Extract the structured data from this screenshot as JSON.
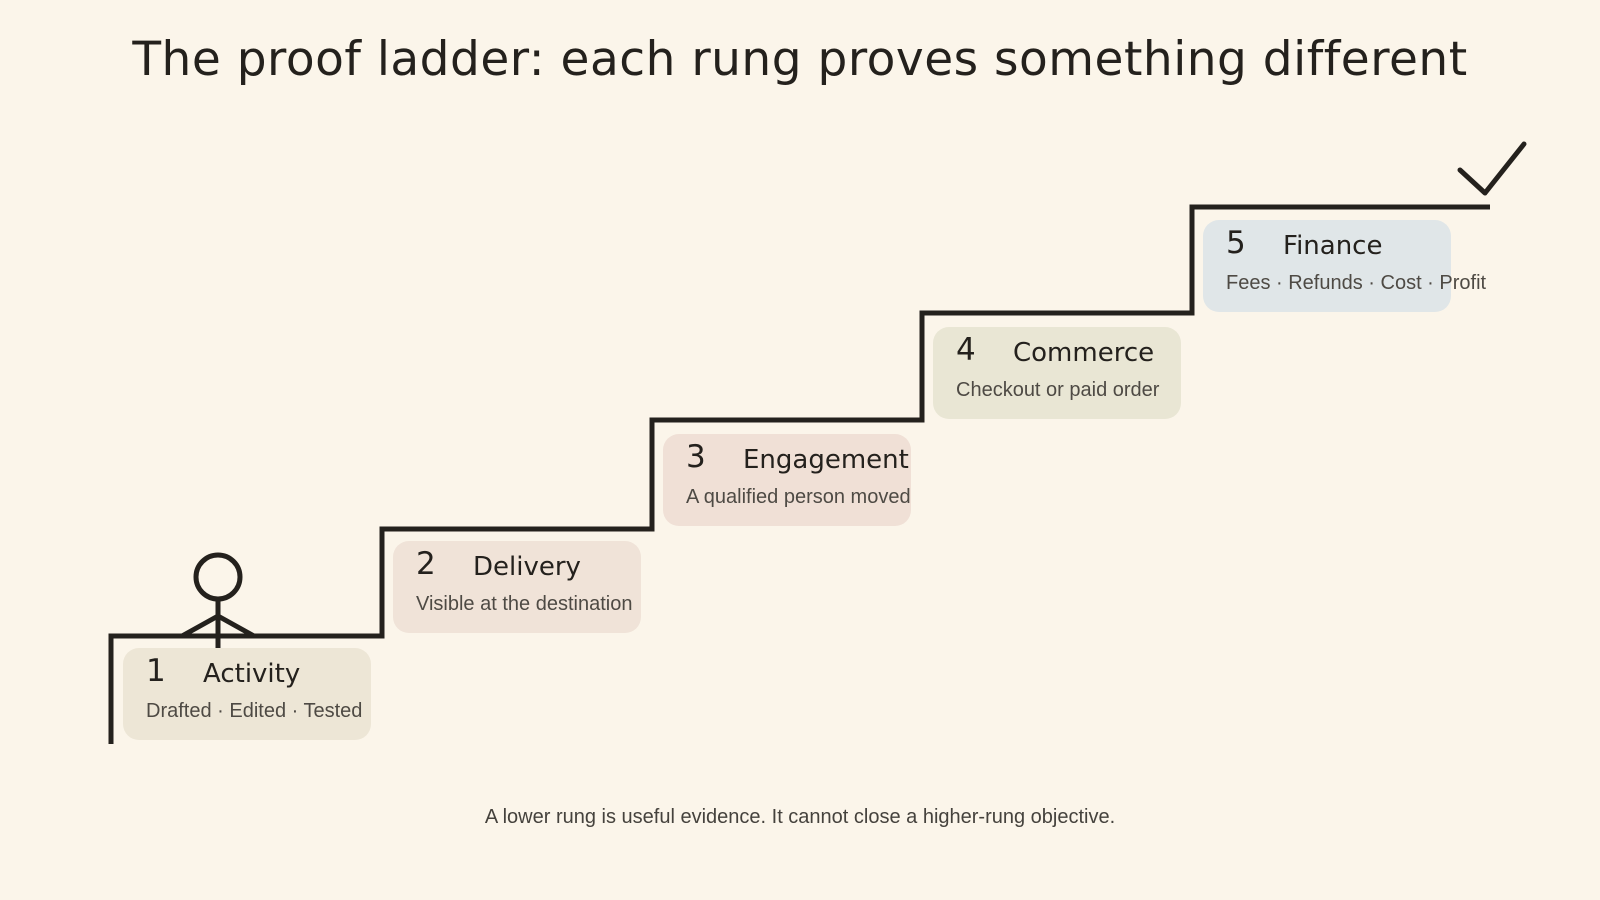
{
  "title": "The proof ladder: each rung proves something different",
  "rungs": [
    {
      "number": "1",
      "name": "Activity",
      "description": "Drafted · Edited · Tested",
      "color": "#ede6d6"
    },
    {
      "number": "2",
      "name": "Delivery",
      "description": "Visible at the destination",
      "color": "#f0e3d8"
    },
    {
      "number": "3",
      "name": "Engagement",
      "description": "A qualified person moved",
      "color": "#f0e0d6"
    },
    {
      "number": "4",
      "name": "Commerce",
      "description": "Checkout or paid order",
      "color": "#e9e6d4"
    },
    {
      "number": "5",
      "name": "Finance",
      "description": "Fees · Refunds · Cost · Profit",
      "color": "#e0e6e8"
    }
  ],
  "caption": "A lower rung is useful evidence. It cannot close a higher-rung objective.",
  "icons": {
    "person": "stick-figure-icon",
    "goal": "checkmark-icon"
  },
  "colors": {
    "background": "#fbf5ea",
    "line": "#24211d"
  }
}
